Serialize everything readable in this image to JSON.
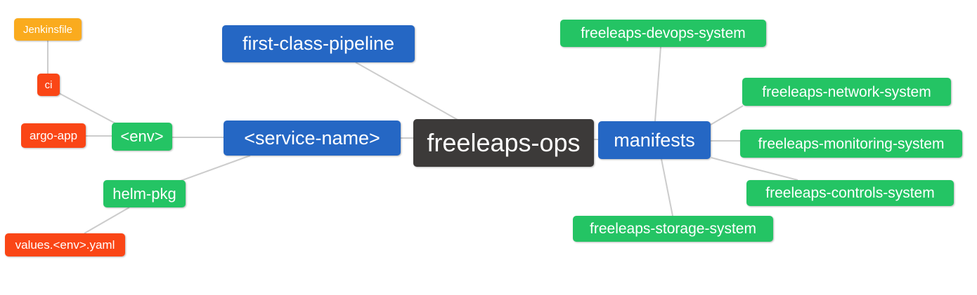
{
  "diagram": {
    "type": "mindmap",
    "root_label": "freeleaps-ops",
    "background": "#ffffff"
  },
  "colors": {
    "blue": "#2567C4",
    "green": "#24C464",
    "red": "#FA4616",
    "orange": "#FAAB1E",
    "dark": "#3C3A39",
    "edge": "#CCCCCC",
    "text": "#FFFFFF"
  },
  "nodes": {
    "jenkinsfile": {
      "label": "Jenkinsfile",
      "color": "orange"
    },
    "ci": {
      "label": "ci",
      "color": "red"
    },
    "argo_app": {
      "label": "argo-app",
      "color": "red"
    },
    "env": {
      "label": "<env>",
      "color": "green"
    },
    "helm_pkg": {
      "label": "helm-pkg",
      "color": "green"
    },
    "values_env_yaml": {
      "label": "values.<env>.yaml",
      "color": "red"
    },
    "first_class_pipeline": {
      "label": "first-class-pipeline",
      "color": "blue"
    },
    "service_name": {
      "label": "<service-name>",
      "color": "blue"
    },
    "freeleaps_ops": {
      "label": "freeleaps-ops",
      "color": "dark"
    },
    "manifests": {
      "label": "manifests",
      "color": "blue"
    },
    "devops_system": {
      "label": "freeleaps-devops-system",
      "color": "green"
    },
    "network_system": {
      "label": "freeleaps-network-system",
      "color": "green"
    },
    "monitoring_system": {
      "label": "freeleaps-monitoring-system",
      "color": "green"
    },
    "controls_system": {
      "label": "freeleaps-controls-system",
      "color": "green"
    },
    "storage_system": {
      "label": "freeleaps-storage-system",
      "color": "green"
    }
  },
  "edges": [
    {
      "from": "jenkinsfile",
      "to": "ci"
    },
    {
      "from": "ci",
      "to": "env"
    },
    {
      "from": "argo_app",
      "to": "env"
    },
    {
      "from": "env",
      "to": "service_name"
    },
    {
      "from": "service_name",
      "to": "freeleaps_ops"
    },
    {
      "from": "first_class_pipeline",
      "to": "freeleaps_ops"
    },
    {
      "from": "service_name",
      "to": "helm_pkg"
    },
    {
      "from": "helm_pkg",
      "to": "values_env_yaml"
    },
    {
      "from": "freeleaps_ops",
      "to": "manifests"
    },
    {
      "from": "devops_system",
      "to": "manifests"
    },
    {
      "from": "manifests",
      "to": "network_system"
    },
    {
      "from": "manifests",
      "to": "monitoring_system"
    },
    {
      "from": "manifests",
      "to": "controls_system"
    },
    {
      "from": "manifests",
      "to": "storage_system"
    }
  ]
}
